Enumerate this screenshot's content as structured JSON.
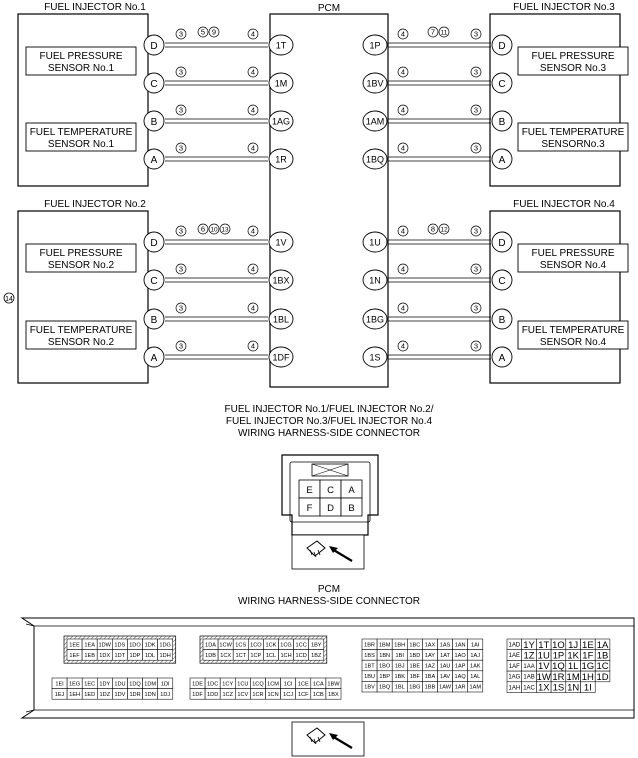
{
  "pcm": {
    "title": "PCM"
  },
  "injector_blocks": [
    {
      "title": "FUEL INJECTOR No.1",
      "side": "left",
      "row": 0,
      "pins": [
        {
          "letter": "D",
          "circ_a": "3",
          "circ_b": "4",
          "term": "1T",
          "notes": [
            "5",
            "9"
          ]
        },
        {
          "letter": "C",
          "circ_a": "3",
          "circ_b": "4",
          "term": "1M",
          "notes": []
        },
        {
          "letter": "B",
          "circ_a": "3",
          "circ_b": "4",
          "term": "1AG",
          "notes": []
        },
        {
          "letter": "A",
          "circ_a": "3",
          "circ_b": "4",
          "term": "1R",
          "notes": []
        }
      ],
      "sensors": [
        [
          "FUEL PRESSURE",
          "SENSOR No.1"
        ],
        [
          "FUEL TEMPERATURE",
          "SENSOR No.1"
        ]
      ]
    },
    {
      "title": "FUEL INJECTOR No.3",
      "side": "right",
      "row": 0,
      "pins": [
        {
          "letter": "D",
          "circ_a": "3",
          "circ_b": "4",
          "term": "1P",
          "notes": [
            "7",
            "11"
          ]
        },
        {
          "letter": "C",
          "circ_a": "3",
          "circ_b": "4",
          "term": "1BV",
          "notes": []
        },
        {
          "letter": "B",
          "circ_a": "3",
          "circ_b": "4",
          "term": "1AM",
          "notes": []
        },
        {
          "letter": "A",
          "circ_a": "3",
          "circ_b": "4",
          "term": "1BQ",
          "notes": []
        }
      ],
      "sensors": [
        [
          "FUEL PRESSURE",
          "SENSOR No.3"
        ],
        [
          "FUEL TEMPERATURE",
          "SENSORNo.3"
        ]
      ]
    },
    {
      "title": "FUEL INJECTOR No.2",
      "side": "left",
      "row": 1,
      "pins": [
        {
          "letter": "D",
          "circ_a": "3",
          "circ_b": "4",
          "term": "1V",
          "notes": [
            "6",
            "10",
            "13"
          ]
        },
        {
          "letter": "C",
          "circ_a": "3",
          "circ_b": "4",
          "term": "1BX",
          "notes": []
        },
        {
          "letter": "B",
          "circ_a": "3",
          "circ_b": "4",
          "term": "1BL",
          "notes": []
        },
        {
          "letter": "A",
          "circ_a": "3",
          "circ_b": "4",
          "term": "1DF",
          "notes": []
        }
      ],
      "sensors": [
        [
          "FUEL PRESSURE",
          "SENSOR No.2"
        ],
        [
          "FUEL TEMPERATURE",
          "SENSOR No.2"
        ]
      ]
    },
    {
      "title": "FUEL INJECTOR No.4",
      "side": "right",
      "row": 1,
      "pins": [
        {
          "letter": "D",
          "circ_a": "3",
          "circ_b": "4",
          "term": "1U",
          "notes": [
            "8",
            "12"
          ]
        },
        {
          "letter": "C",
          "circ_a": "3",
          "circ_b": "4",
          "term": "1N",
          "notes": []
        },
        {
          "letter": "B",
          "circ_a": "3",
          "circ_b": "4",
          "term": "1BG",
          "notes": []
        },
        {
          "letter": "A",
          "circ_a": "3",
          "circ_b": "4",
          "term": "1S",
          "notes": []
        }
      ],
      "sensors": [
        [
          "FUEL PRESSURE",
          "SENSOR No.4"
        ],
        [
          "FUEL TEMPERATURE",
          "SENSOR No.4"
        ]
      ]
    }
  ],
  "side_note": "14",
  "injector_connector": {
    "title_lines": [
      "FUEL INJECTOR No.1/FUEL INJECTOR No.2/",
      "FUEL INJECTOR No.3/FUEL INJECTOR No.4",
      "WIRING HARNESS-SIDE CONNECTOR"
    ],
    "rows": [
      [
        "E",
        "C",
        "A"
      ],
      [
        "F",
        "D",
        "B"
      ]
    ]
  },
  "pcm_connector": {
    "title_lines": [
      "PCM",
      "WIRING HARNESS-SIDE CONNECTOR"
    ],
    "groups": [
      {
        "rows": [
          [
            "1EE",
            "1EA",
            "1DW",
            "1DS",
            "1DO",
            "1DK",
            "1DG"
          ],
          [
            "1EF",
            "1EB",
            "1DX",
            "1DT",
            "1DP",
            "1DL",
            "1DH"
          ]
        ],
        "hatched": true,
        "size": "s"
      },
      {
        "rows": [
          [
            "1EI",
            "1EG",
            "1EC",
            "1DY",
            "1DU",
            "1DQ",
            "1DM",
            "1DI"
          ],
          [
            "1EJ",
            "1EH",
            "1ED",
            "1DZ",
            "1DV",
            "1DR",
            "1DN",
            "1DJ"
          ]
        ],
        "hatched": false,
        "size": "s"
      },
      {
        "rows": [
          [
            "1DA",
            "1CW",
            "1CS",
            "1CO",
            "1CK",
            "1CG",
            "1CC",
            "1BY"
          ],
          [
            "1DB",
            "1CX",
            "1CT",
            "1CP",
            "1CL",
            "1CH",
            "1CD",
            "1BZ"
          ]
        ],
        "hatched": true,
        "size": "s"
      },
      {
        "rows": [
          [
            "1DE",
            "1DC",
            "1CY",
            "1CU",
            "1CQ",
            "1CM",
            "1CI",
            "1CE",
            "1CA",
            "1BW"
          ],
          [
            "1DF",
            "1DD",
            "1CZ",
            "1CV",
            "1CR",
            "1CN",
            "1CJ",
            "1CF",
            "1CB",
            "1BX"
          ]
        ],
        "hatched": false,
        "size": "s"
      },
      {
        "rows": [
          [
            "1BR",
            "1BM",
            "1BH",
            "1BC",
            "1AX",
            "1AS",
            "1AN",
            "1AI"
          ],
          [
            "1BS",
            "1BN",
            "1BI",
            "1BD",
            "1AY",
            "1AT",
            "1AO",
            "1AJ"
          ],
          [
            "1BT",
            "1BO",
            "1BJ",
            "1BE",
            "1AZ",
            "1AU",
            "1AP",
            "1AK"
          ],
          [
            "1BU",
            "1BP",
            "1BK",
            "1BF",
            "1BA",
            "1AV",
            "1AQ",
            "1AL"
          ],
          [
            "1BV",
            "1BQ",
            "1BL",
            "1BG",
            "1BB",
            "1AW",
            "1AR",
            "1AM"
          ]
        ],
        "hatched": false,
        "size": "s"
      },
      {
        "rows": [
          [
            "1AD",
            "1Y",
            "1T",
            "1O",
            "1J",
            "1E",
            "1A"
          ],
          [
            "1AE",
            "1Z",
            "1U",
            "1P",
            "1K",
            "1F",
            "1B"
          ],
          [
            "1AF",
            "1AA",
            "1V",
            "1Q",
            "1L",
            "1G",
            "1C"
          ],
          [
            "1AG",
            "1AB",
            "1W",
            "1R",
            "1M",
            "1H",
            "1D"
          ],
          [
            "1AH",
            "1AC",
            "1X",
            "1S",
            "1N",
            "1I",
            ""
          ]
        ],
        "hatched": false,
        "size": "l"
      }
    ]
  }
}
